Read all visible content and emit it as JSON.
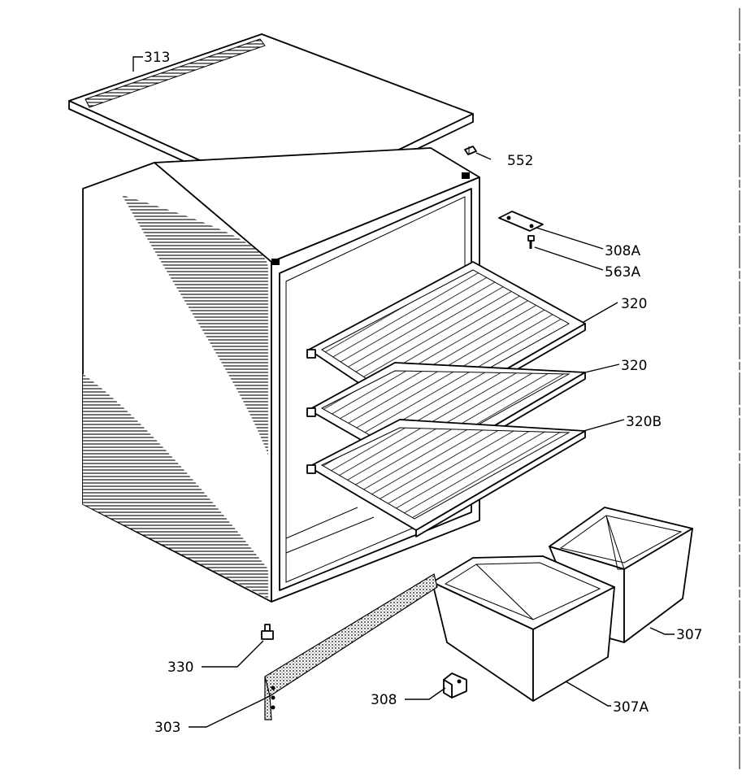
{
  "labels": {
    "top_cover": "313",
    "hinge_pin": "552",
    "hinge_plate": "308A",
    "hinge_screw": "563A",
    "shelf_top": "320",
    "shelf_middle": "320",
    "shelf_bottom": "320B",
    "drawer_right": "307",
    "drawer_left": "307A",
    "foot_screw": "330",
    "kick_plate": "303",
    "bracket": "308"
  }
}
